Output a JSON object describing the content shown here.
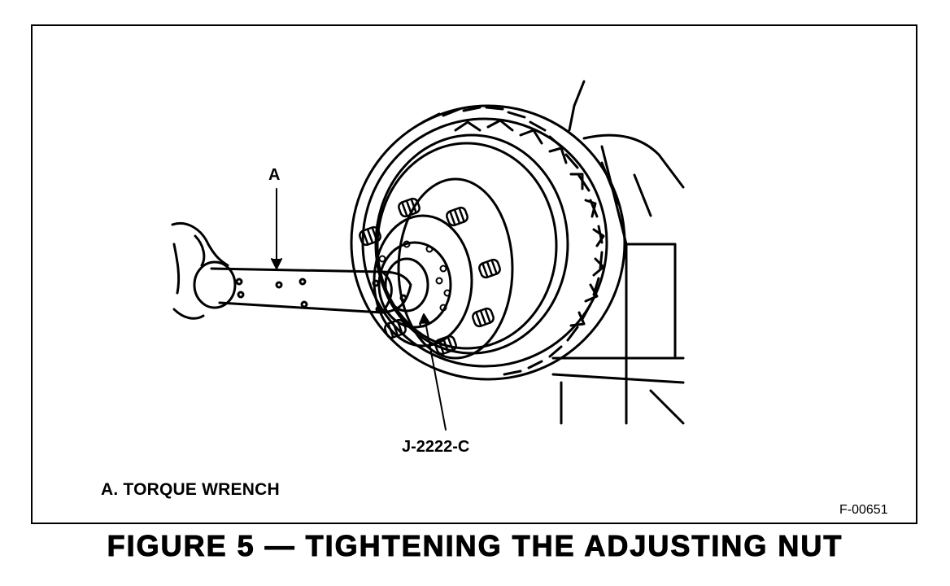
{
  "figure": {
    "callout_a": "A",
    "tool_label": "J-2222-C",
    "legend": "A. TORQUE WRENCH",
    "figure_number": "F-00651",
    "caption": "FIGURE 5 — TIGHTENING THE ADJUSTING NUT"
  },
  "colors": {
    "ink": "#000000",
    "paper": "#ffffff"
  },
  "drawing": {
    "subject": "wheel-hub-with-torque-wrench",
    "parts": [
      "tire",
      "hub",
      "wheel-studs",
      "torque-wrench",
      "hand",
      "vehicle-body"
    ]
  }
}
